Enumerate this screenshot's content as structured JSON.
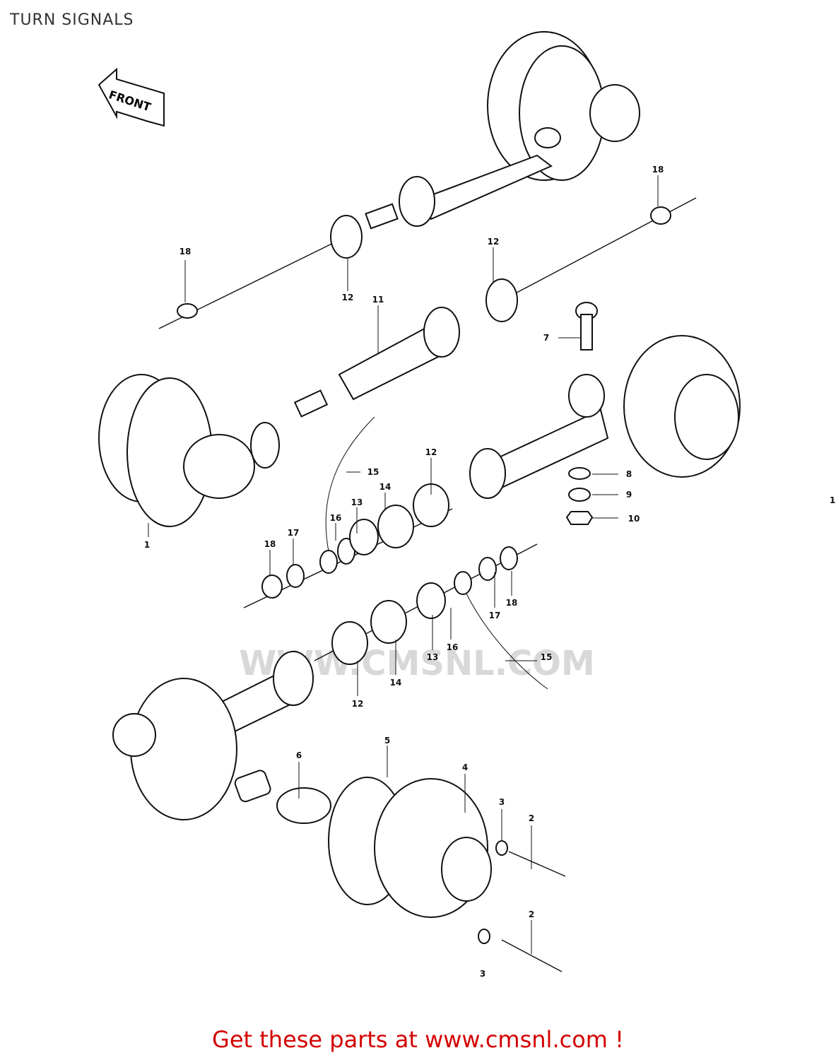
{
  "header": {
    "title": "TURN SIGNALS"
  },
  "diagram": {
    "front_label": "FRONT",
    "watermark": "WWW.CMSNL.COM",
    "callouts": [
      {
        "id": "c1",
        "label": "1"
      },
      {
        "id": "c2a",
        "label": "2"
      },
      {
        "id": "c2b",
        "label": "2"
      },
      {
        "id": "c3a",
        "label": "3"
      },
      {
        "id": "c3b",
        "label": "3"
      },
      {
        "id": "c4",
        "label": "4"
      },
      {
        "id": "c5",
        "label": "5"
      },
      {
        "id": "c6",
        "label": "6"
      },
      {
        "id": "c7",
        "label": "7"
      },
      {
        "id": "c8",
        "label": "8"
      },
      {
        "id": "c9",
        "label": "9"
      },
      {
        "id": "c10",
        "label": "10"
      },
      {
        "id": "c11",
        "label": "11"
      },
      {
        "id": "c12a",
        "label": "12"
      },
      {
        "id": "c12b",
        "label": "12"
      },
      {
        "id": "c12c",
        "label": "12"
      },
      {
        "id": "c12d",
        "label": "12"
      },
      {
        "id": "c13a",
        "label": "13"
      },
      {
        "id": "c13b",
        "label": "13"
      },
      {
        "id": "c14a",
        "label": "14"
      },
      {
        "id": "c14b",
        "label": "14"
      },
      {
        "id": "c15a",
        "label": "15"
      },
      {
        "id": "c15b",
        "label": "15"
      },
      {
        "id": "c16a",
        "label": "16"
      },
      {
        "id": "c16b",
        "label": "16"
      },
      {
        "id": "c17a",
        "label": "17"
      },
      {
        "id": "c17b",
        "label": "17"
      },
      {
        "id": "c18a",
        "label": "18"
      },
      {
        "id": "c18b",
        "label": "18"
      },
      {
        "id": "c18c",
        "label": "18"
      },
      {
        "id": "c18d",
        "label": "18"
      }
    ],
    "edge_mark": "1"
  },
  "footer": {
    "link_text": "Get these parts at www.cmsnl.com !"
  }
}
